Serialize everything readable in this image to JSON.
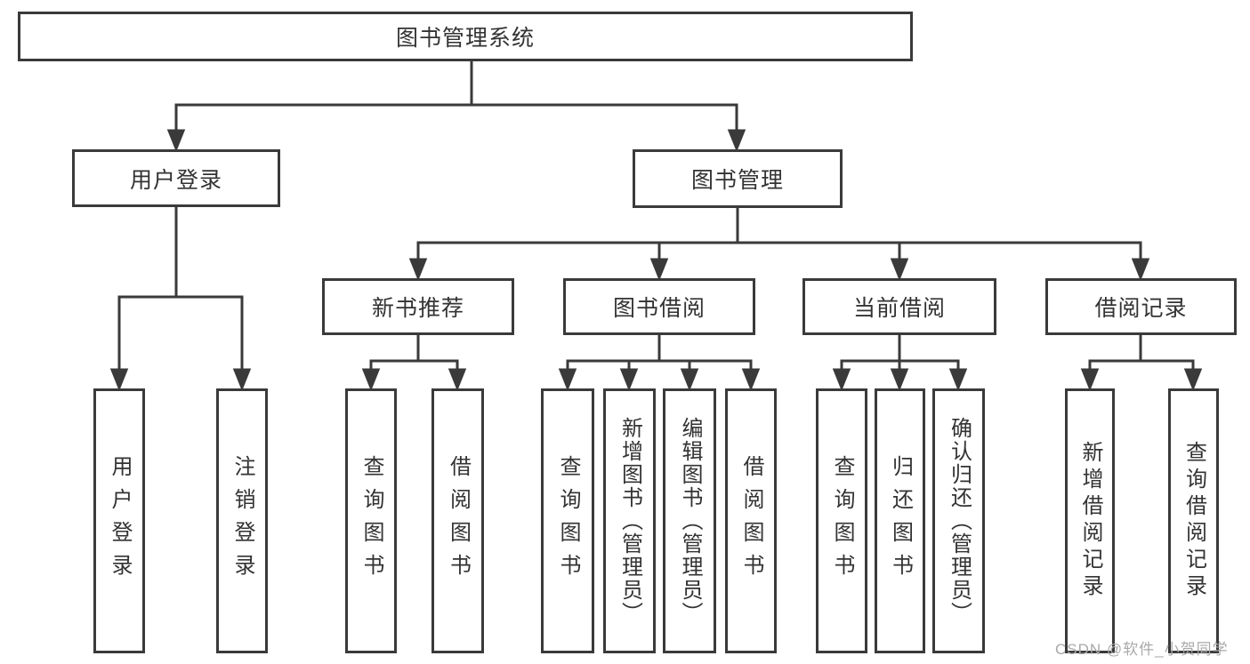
{
  "diagram": {
    "root": "图书管理系统",
    "level2": {
      "user_login": "用户登录",
      "book_management": "图书管理"
    },
    "level3": {
      "new_book": "新书推荐",
      "book_borrow": "图书借阅",
      "current_borrow": "当前借阅",
      "borrow_records": "借阅记录"
    },
    "leaves": {
      "user_login": [
        "用户登录",
        "注销登录"
      ],
      "new_book": [
        "查询图书",
        "借阅图书"
      ],
      "book_borrow": [
        "查询图书",
        "新增图书（管理员）",
        "编辑图书（管理员）",
        "借阅图书"
      ],
      "current_borrow": [
        "查询图书",
        "归还图书",
        "确认归还（管理员）"
      ],
      "borrow_records": [
        "新增借阅记录",
        "查询借阅记录"
      ]
    }
  },
  "watermark": "CSDN @软件_小贺同学",
  "colors": {
    "line": "#3a3a3a",
    "text": "#333333",
    "watermark": "#a9a9ab",
    "background": "#ffffff"
  }
}
